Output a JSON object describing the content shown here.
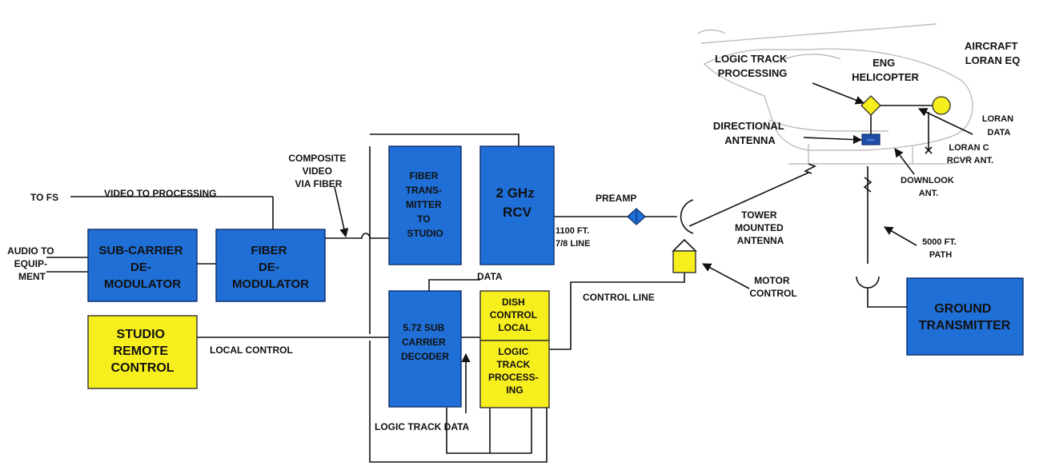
{
  "colors": {
    "blue_block": "#1f6fd6",
    "yellow_block": "#f7ee1e",
    "wire": "#111111",
    "helicopter_outline": "#bdbdbd"
  },
  "blocks": {
    "sub_carrier": [
      "SUB-CARRIER",
      "DE-",
      "MODULATOR"
    ],
    "fiber_demod": [
      "FIBER",
      "DE-",
      "MODULATOR"
    ],
    "studio_remote": [
      "STUDIO",
      "REMOTE",
      "CONTROL"
    ],
    "fiber_tx": [
      "FIBER",
      "TRANS-",
      "MITTER",
      "TO",
      "STUDIO"
    ],
    "rcv_2ghz": [
      "2 GHz",
      "RCV"
    ],
    "decoder": [
      "5.72 SUB",
      "CARRIER",
      "DECODER"
    ],
    "dish_control": [
      "DISH",
      "CONTROL",
      "LOCAL"
    ],
    "logic_track": [
      "LOGIC",
      "TRACK",
      "PROCESS-",
      "ING"
    ],
    "ground_tx": [
      "GROUND",
      "TRANSMITTER"
    ]
  },
  "labels": {
    "to_fs": "TO FS",
    "video_to_processing": "VIDEO TO PROCESSING",
    "audio_to_equipment": [
      "AUDIO TO",
      "EQUIP-",
      "MENT"
    ],
    "composite_video": [
      "COMPOSITE",
      "VIDEO",
      "VIA FIBER"
    ],
    "local_control": "LOCAL CONTROL",
    "data": "DATA",
    "control_line": "CONTROL LINE",
    "logic_track_data": "LOGIC TRACK DATA",
    "preamp": "PREAMP",
    "line_1100": [
      "1100 FT.",
      "7/8 LINE"
    ],
    "tower_antenna": [
      "TOWER",
      "MOUNTED",
      "ANTENNA"
    ],
    "motor_control": [
      "MOTOR",
      "CONTROL"
    ],
    "directional_antenna": [
      "DIRECTIONAL",
      "ANTENNA"
    ],
    "logic_track_processing": [
      "LOGIC TRACK",
      "PROCESSING"
    ],
    "eng_helicopter": [
      "ENG",
      "HELICOPTER"
    ],
    "aircraft_loran": [
      "AIRCRAFT",
      "LORAN EQ"
    ],
    "loran_data": [
      "LORAN",
      "DATA"
    ],
    "loran_c": [
      "LORAN C",
      "RCVR ANT."
    ],
    "downlook": [
      "DOWNLOOK",
      "ANT."
    ],
    "path_5000": [
      "5000 FT.",
      "PATH"
    ]
  }
}
